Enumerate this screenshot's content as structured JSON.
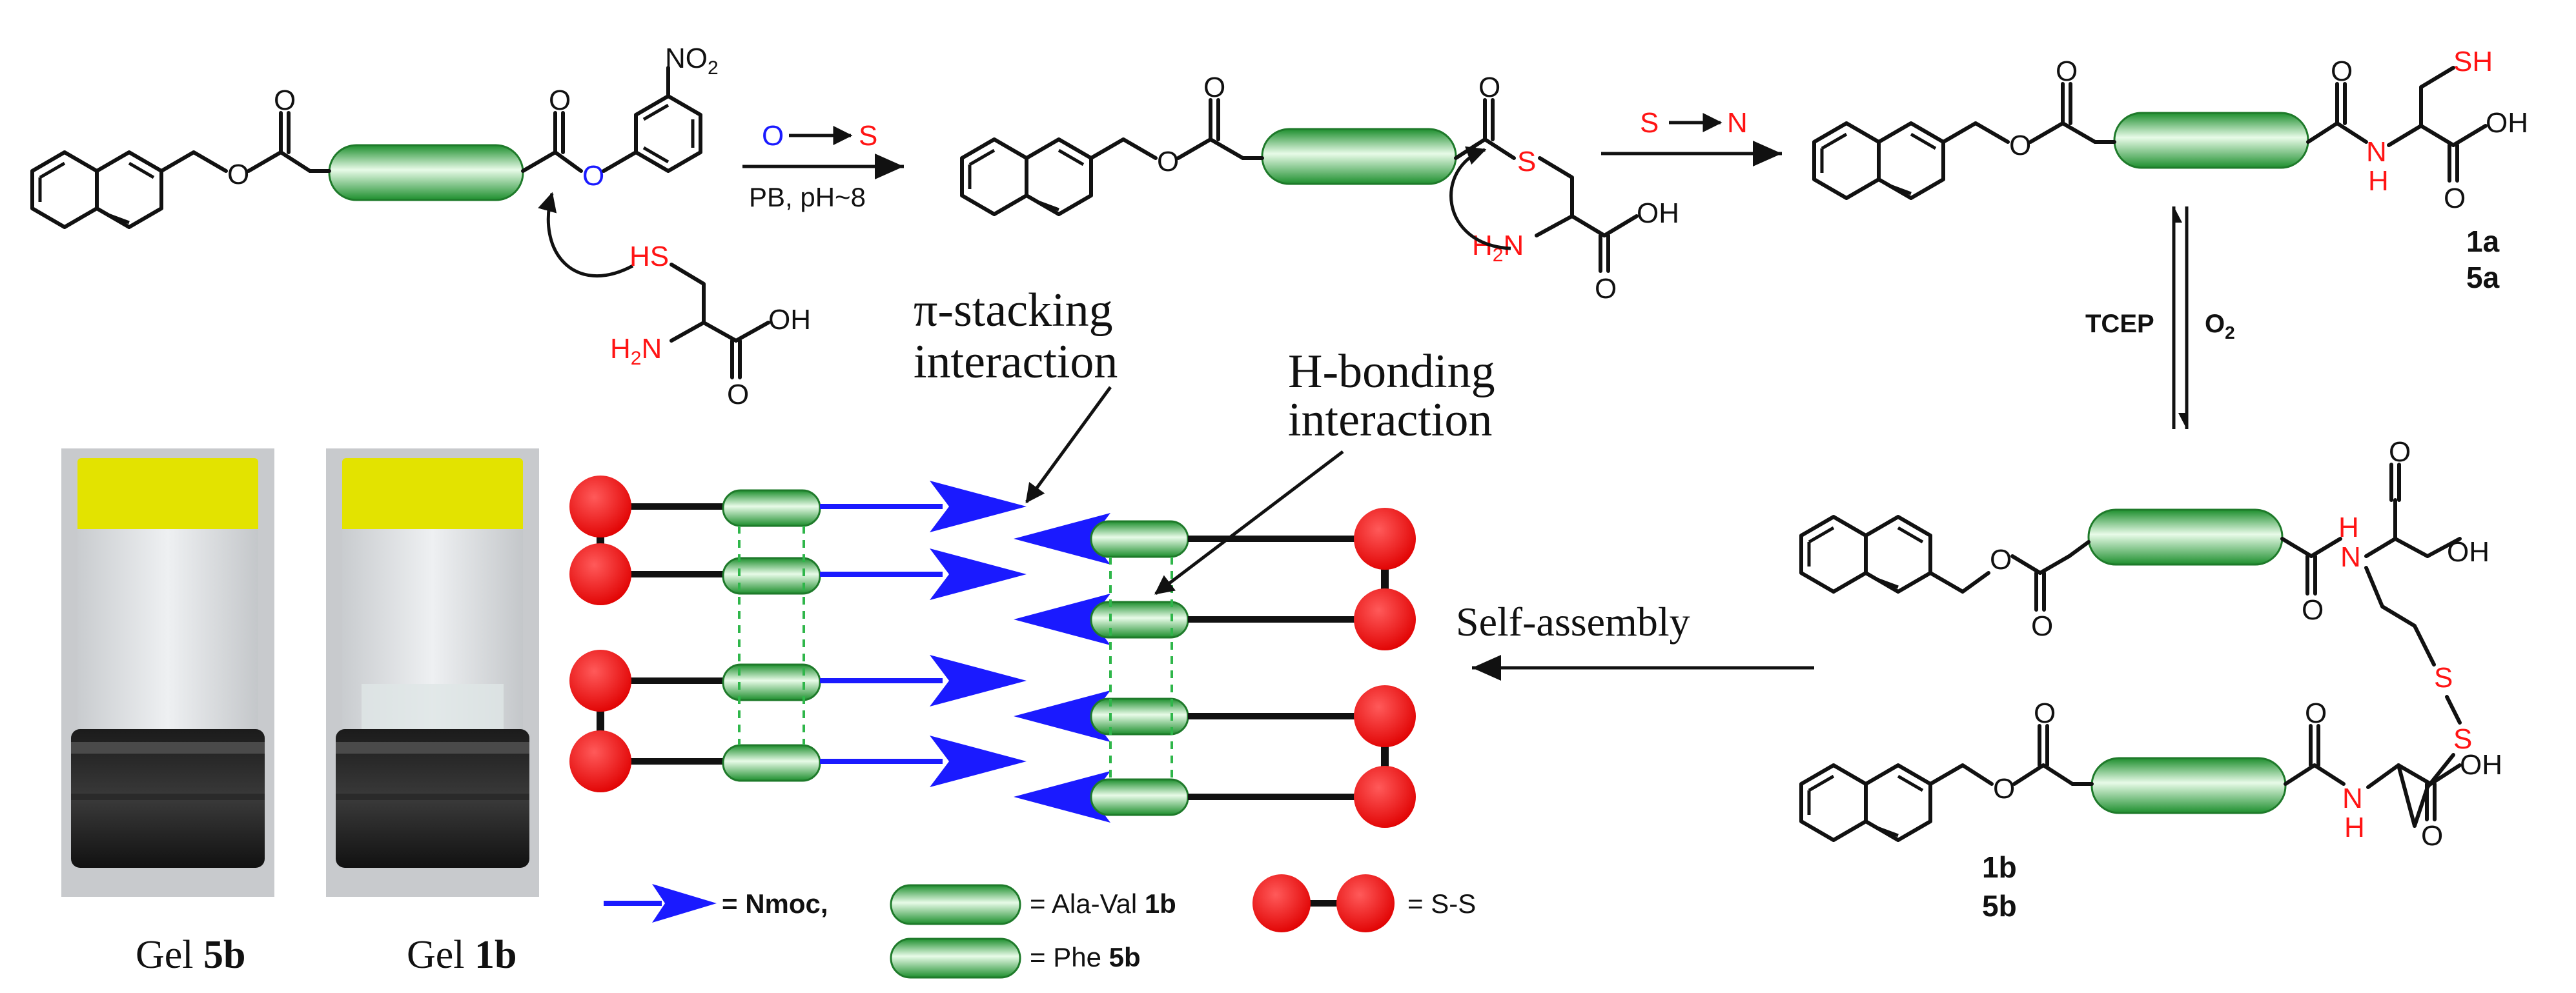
{
  "colors": {
    "pill_green_dark": "#1e8f2e",
    "pill_green_light": "#e8fbe8",
    "sphere_red": "#ff1a1a",
    "nmoc_blue": "#1a1aff",
    "heteroatom_red": "#ff1414",
    "oxygen_blue": "#1a1aff",
    "cap_yellow": "#e6e600"
  },
  "scheme": {
    "step1": {
      "reagent_top_left": "O",
      "reagent_top_right": "S",
      "conditions": "PB, pH~8"
    },
    "step2": {
      "reagent_top_left": "S",
      "reagent_top_right": "N"
    },
    "product_1a": "1a",
    "product_5a": "5a",
    "equilibrium_left": "TCEP",
    "equilibrium_right": "O",
    "equilibrium_right_sub": "2",
    "dimer_1b": "1b",
    "dimer_5b": "5b",
    "self_assembly": "Self-assembly"
  },
  "atoms": {
    "no2_n": "NO",
    "no2_sub": "2",
    "o": "O",
    "oh": "OH",
    "sh": "SH",
    "hs": "HS",
    "s": "S",
    "h2n_h": "H",
    "h2n_sub": "2",
    "h2n_n": "N",
    "nh_n": "N",
    "nh_h": "H"
  },
  "interactions": {
    "pi_line1": "π-stacking",
    "pi_line2": "interaction",
    "hb_line1": "H-bonding",
    "hb_line2": "interaction"
  },
  "photos": {
    "gel5b_prefix": "Gel ",
    "gel5b_bold": "5b",
    "gel1b_prefix": "Gel ",
    "gel1b_bold": "1b"
  },
  "legend": {
    "nmoc": "= Nmoc,",
    "ala_val": "= Ala-Val ",
    "ala_val_bold": "1b",
    "ss": "= S-S",
    "phe": "= Phe ",
    "phe_bold": "5b"
  }
}
